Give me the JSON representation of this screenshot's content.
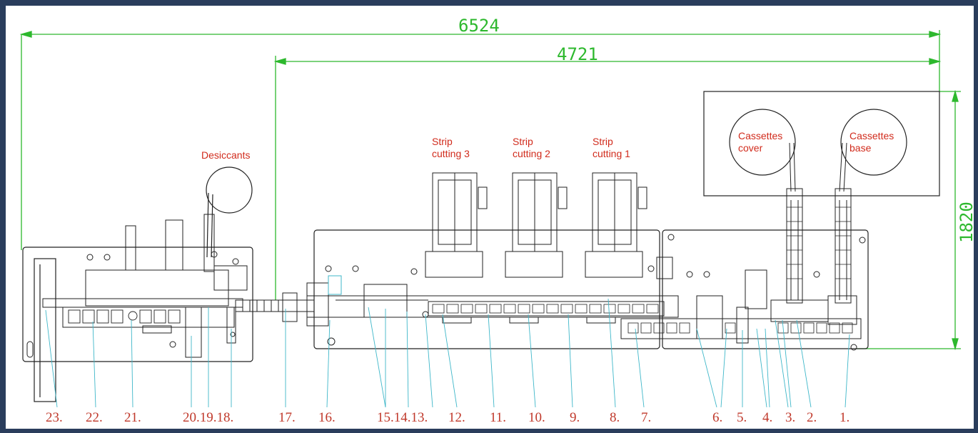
{
  "dimensions": {
    "overall_length": "6524",
    "line_length": "4721",
    "height": "1820"
  },
  "labels": {
    "desiccants": "Desiccants",
    "strip3_l1": "Strip",
    "strip3_l2": "cutting 3",
    "strip2_l1": "Strip",
    "strip2_l2": "cutting 2",
    "strip1_l1": "Strip",
    "strip1_l2": "cutting 1",
    "cover_l1": "Cassettes",
    "cover_l2": "cover",
    "base_l1": "Cassettes",
    "base_l2": "base"
  },
  "station_numbers": [
    "23.",
    "22.",
    "21.",
    "20.19.18.",
    "17.",
    "16.",
    "15.14.13.",
    "12.",
    "11.",
    "10.",
    "9.",
    "8.",
    "7.",
    "6.",
    "5.",
    "4.",
    "3.",
    "2.",
    "1."
  ],
  "colors": {
    "dimension": "#2db82d",
    "label": "#d12b1c",
    "number": "#c0392b",
    "leader": "#3fb7c9",
    "drawing": "#222222",
    "frame": "#2a3d5c"
  }
}
